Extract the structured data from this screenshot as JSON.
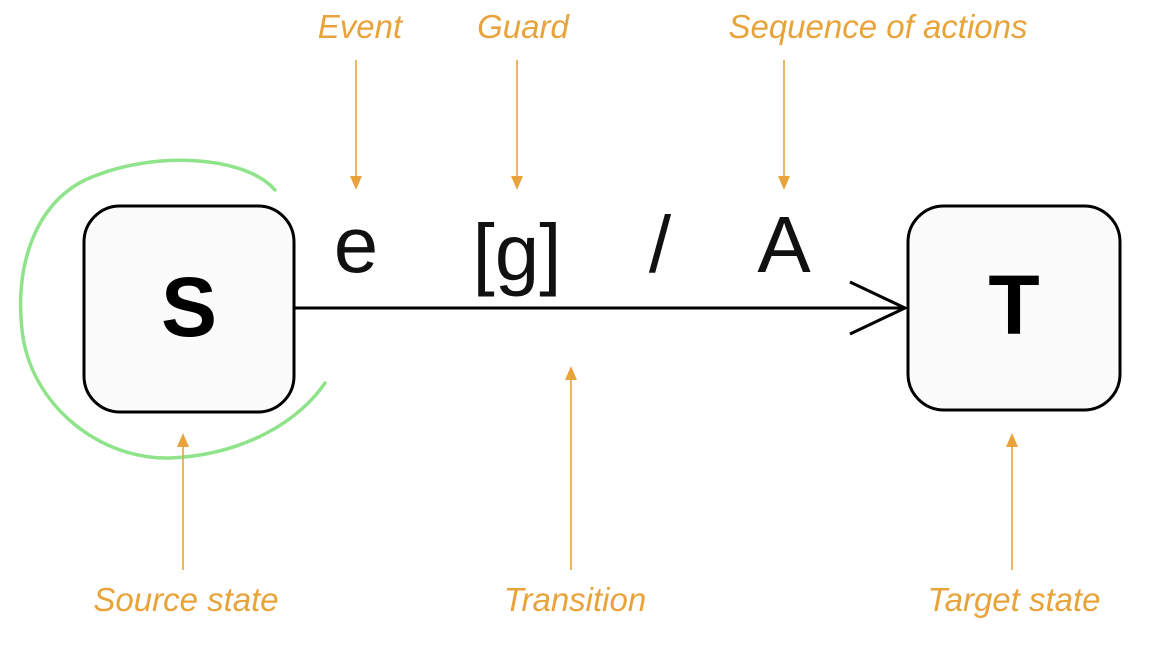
{
  "colors": {
    "annotation": "#E8A33A",
    "highlight": "#8FE38A",
    "ink": "#000000"
  },
  "states": {
    "source": "S",
    "target": "T"
  },
  "transition_label": {
    "event": "e",
    "guard": "[g]",
    "separator": "/",
    "actions": "A"
  },
  "annotations": {
    "event": "Event",
    "guard": "Guard",
    "actions": "Sequence of actions",
    "source_state": "Source state",
    "transition": "Transition",
    "target_state": "Target state"
  }
}
